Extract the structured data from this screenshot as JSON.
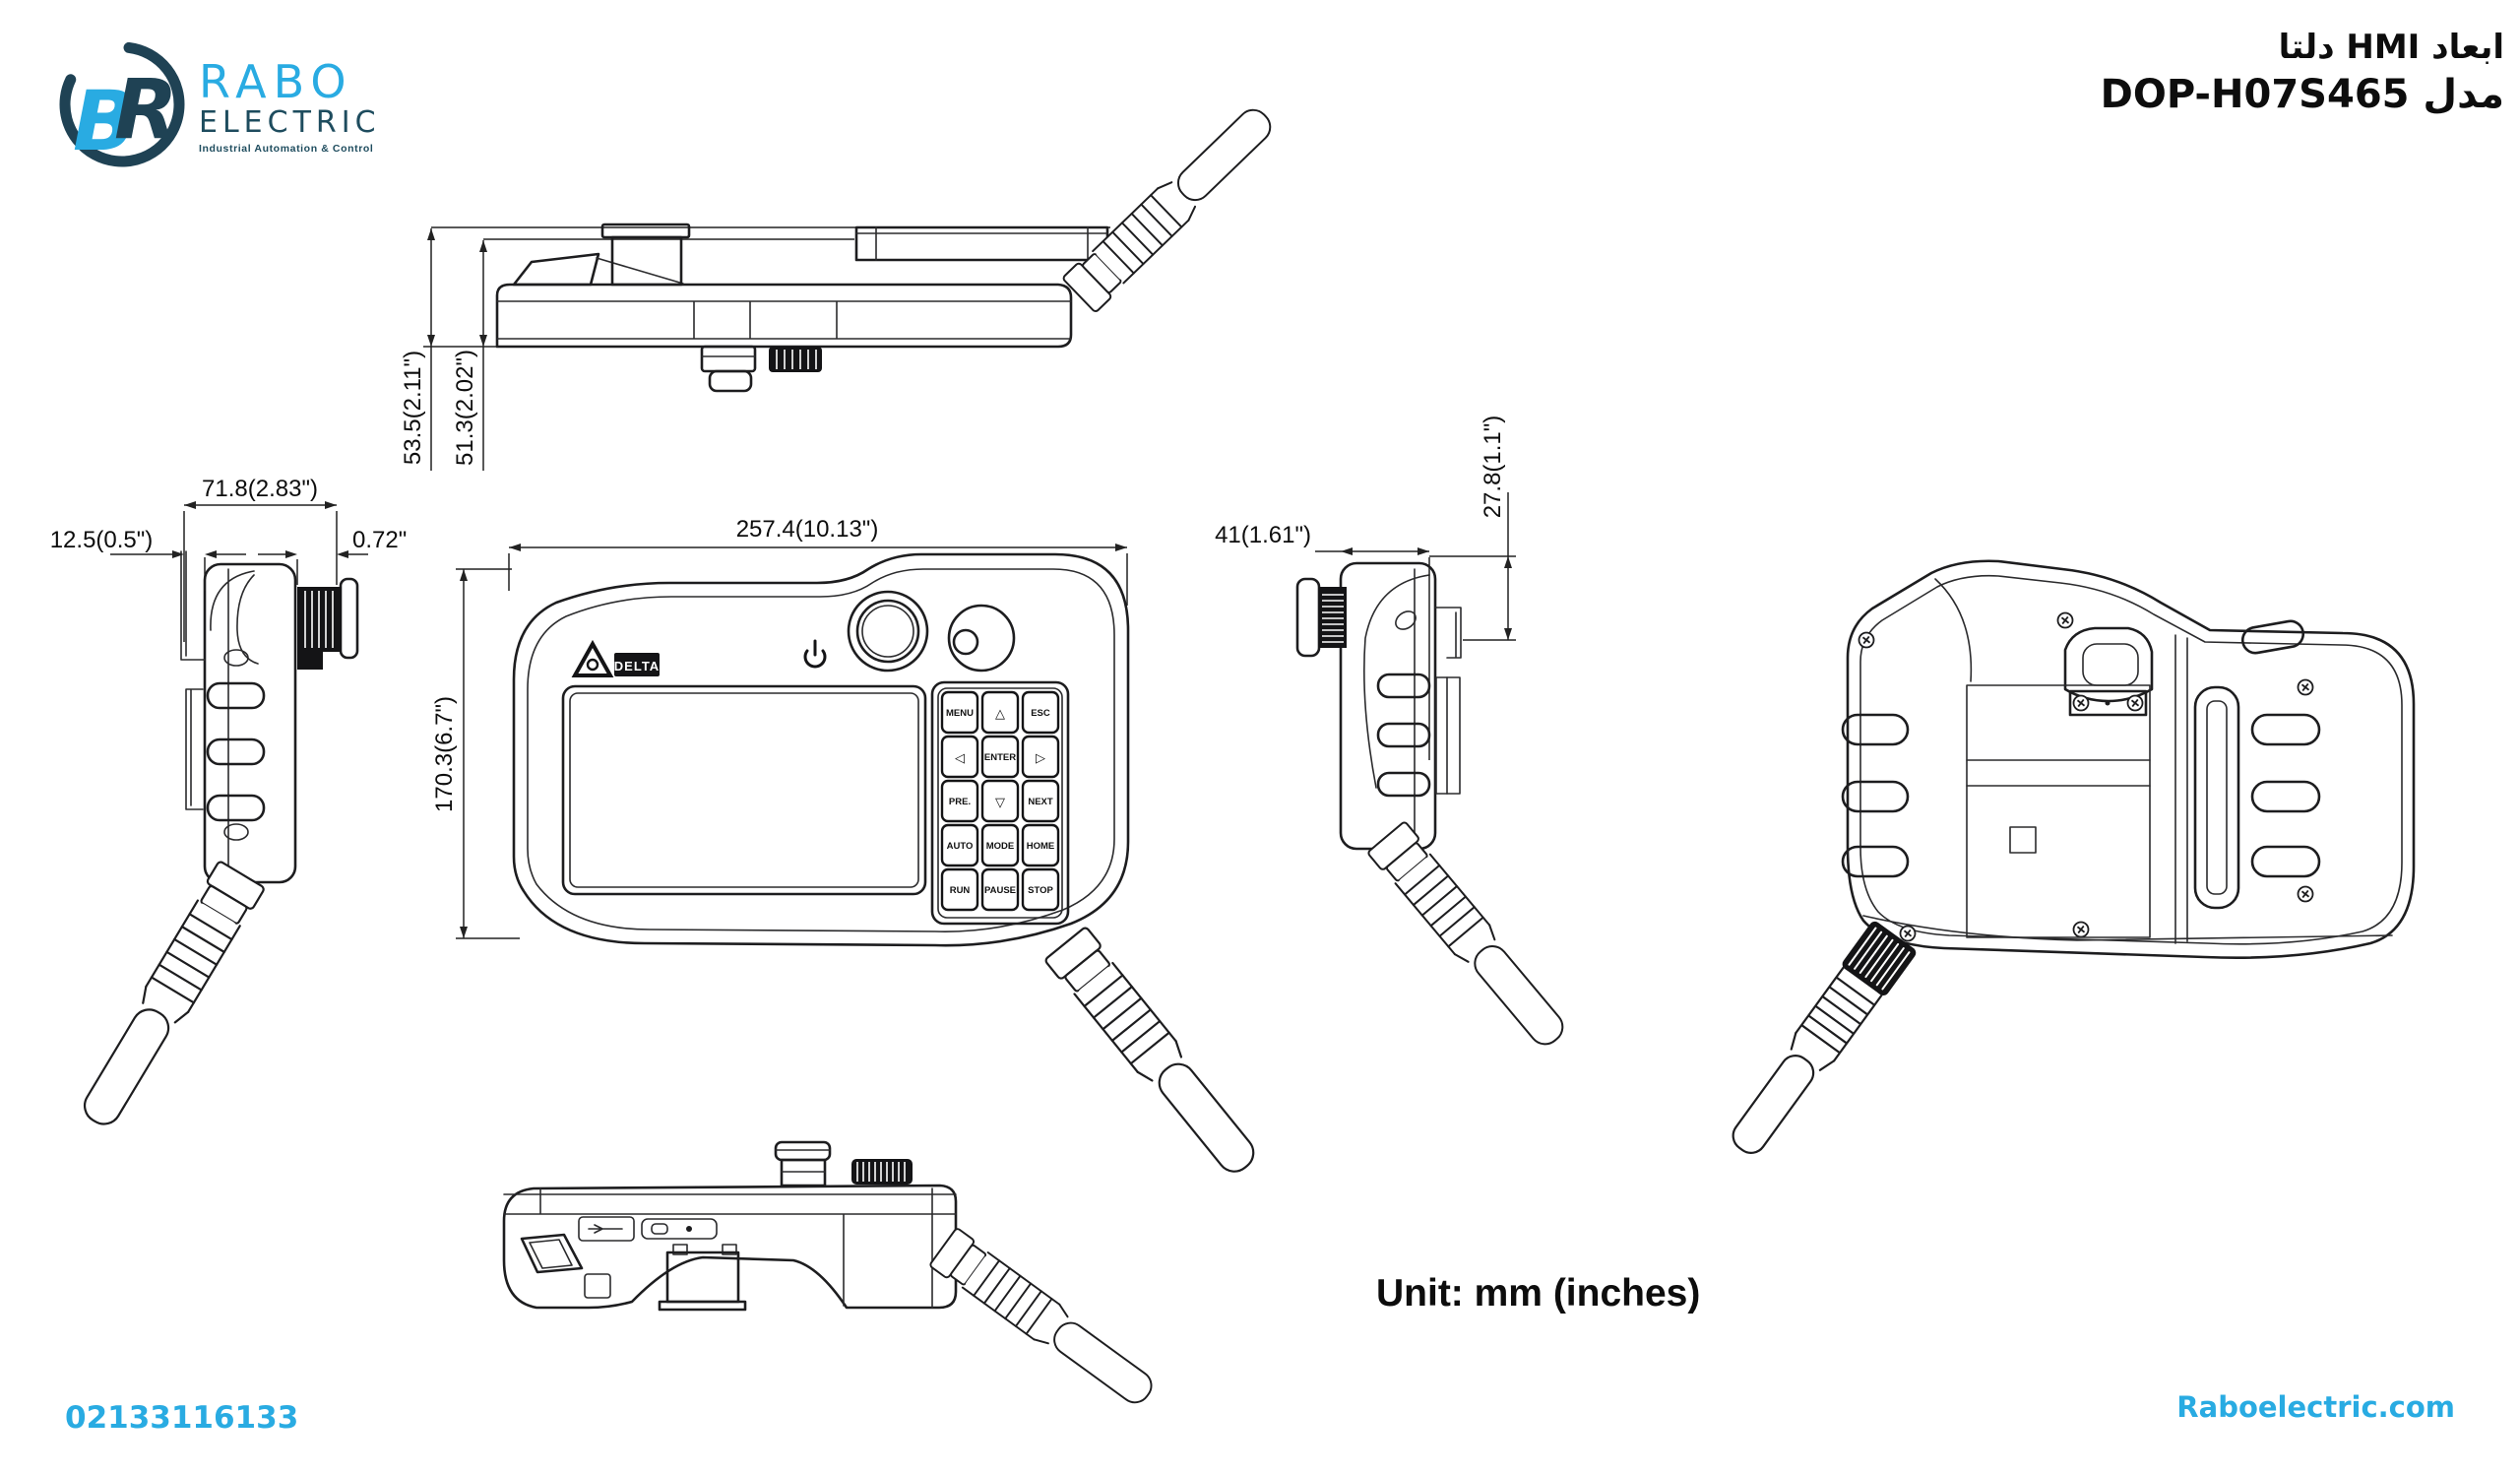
{
  "header": {
    "logo": {
      "monogram_b": "B",
      "monogram_r": "R",
      "brand_primary": "RABO",
      "brand_secondary": "ELECTRIC",
      "tagline": "Industrial Automation & Control"
    },
    "title_line1": "ابعاد HMI دلتا",
    "title_line2": "مدل DOP-H07S465"
  },
  "drawing": {
    "unit_note": "Unit: mm (inches)",
    "views": {
      "top": {
        "dims": {
          "height_outer": "53.5(2.11\")",
          "height_inner": "51.3(2.02\")"
        }
      },
      "left": {
        "dims": {
          "depth": "71.8(2.83\")",
          "flange_offset": "12.5(0.5\")",
          "connector_depth": "0.72\""
        }
      },
      "front": {
        "dims": {
          "width": "257.4(10.13\")",
          "height": "170.3(6.7\")"
        },
        "brand": "DELTA",
        "keypad_keys": [
          "MENU",
          "△",
          "ESC",
          "◁",
          "ENTER",
          "▷",
          "PRE.",
          "▽",
          "NEXT",
          "AUTO",
          "MODE",
          "HOME",
          "RUN",
          "PAUSE",
          "STOP"
        ]
      },
      "right": {
        "dims": {
          "depth": "41(1.61\")",
          "mount_depth": "27.8(1.1\")"
        }
      }
    }
  },
  "footer": {
    "phone": "02133116133",
    "website": "Raboelectric.com"
  },
  "colors": {
    "accent_blue": "#29abe2",
    "brand_dark": "#1e4c5e",
    "line": "#1d1d1f"
  }
}
